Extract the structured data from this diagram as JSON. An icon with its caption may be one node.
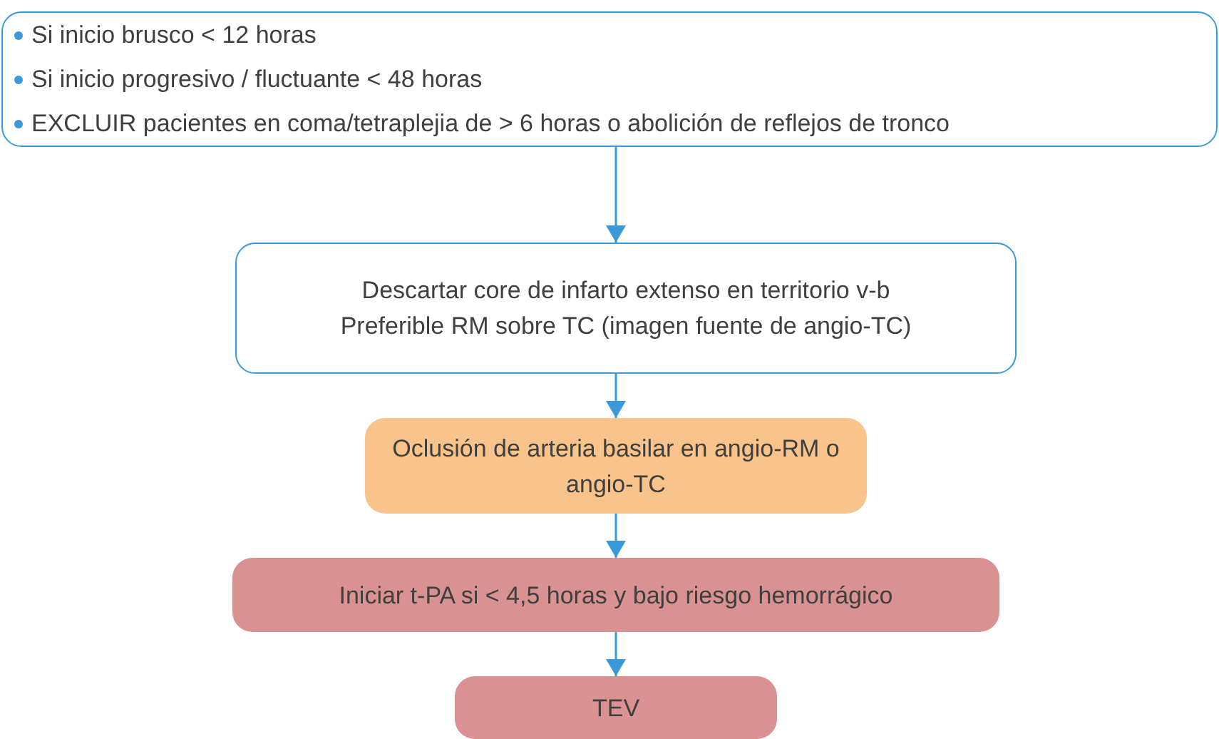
{
  "diagram": {
    "nodes": [
      {
        "text": [
          "Si inicio brusco < 12 horas",
          "Si inicio progresivo / fluctuante < 48 horas",
          "EXCLUIR pacientes en coma/tetraplejia de > 6 horas o abolición de reflejos de tronco"
        ]
      },
      {
        "text": [
          "Descartar core de infarto extenso en territorio v-b",
          "Preferible RM sobre TC (imagen fuente de angio-TC)"
        ]
      },
      {
        "text": [
          "Oclusión de arteria basilar en angio-RM o angio-TC"
        ]
      },
      {
        "text": [
          "Iniciar t-PA si < 4,5 horas y bajo riesgo hemorrágico"
        ]
      },
      {
        "text": [
          "TEV"
        ]
      }
    ],
    "edges": [
      {
        "from": 0,
        "to": 1,
        "arrow": "to"
      },
      {
        "from": 1,
        "to": 2,
        "arrow": "to"
      },
      {
        "from": 2,
        "to": 3,
        "arrow": "to"
      },
      {
        "from": 3,
        "to": 4,
        "arrow": "to"
      }
    ]
  }
}
